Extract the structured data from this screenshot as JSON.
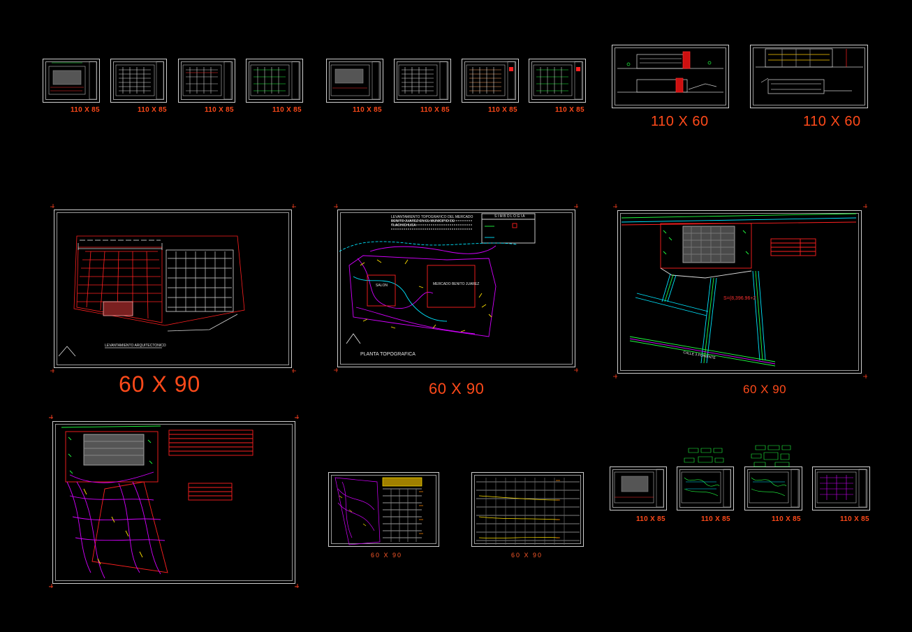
{
  "labels": {
    "row1": [
      "110 X 85",
      "110 X 85",
      "110 X 85",
      "110 X 85",
      "110 X 85",
      "110 X 85",
      "110 X 85",
      "110 X 85"
    ],
    "elev": [
      "110 X 60",
      "110 X 60"
    ],
    "mid": [
      "60 X 90",
      "60 X 90",
      "60 X 90"
    ],
    "bottom_small": [
      "60 X 90",
      "60 X 90"
    ],
    "bottom_right": [
      "110 X 85",
      "110 X 85",
      "110 X 85",
      "110 X 85"
    ]
  },
  "drawing_text": {
    "levantamiento": "LEVANTAMIENTO ARQUITECTONICO",
    "topo_title": "LEVANTAMIENTO TOPOGRAFICO DEL MERCADO BENITO JUAREZ EN EL MUNICIPIO DE TLACHICHUCA",
    "planta_topografica": "PLANTA TOPOGRAFICA",
    "mercado": "MERCADO BENITO JUAREZ",
    "salon": "SALON",
    "simbologia": "S I M B O L O G I A",
    "calle": "CALLE 3 PONIENTE",
    "coord": "S=(8,396.96+2"
  },
  "colors": {
    "label": "#ff4a1a",
    "sheet_border": "#cfcfcf",
    "magenta": "#d400ff",
    "red": "#ff2020",
    "yellow": "#ffe000",
    "green": "#20ff40",
    "cyan": "#00e5ff"
  }
}
